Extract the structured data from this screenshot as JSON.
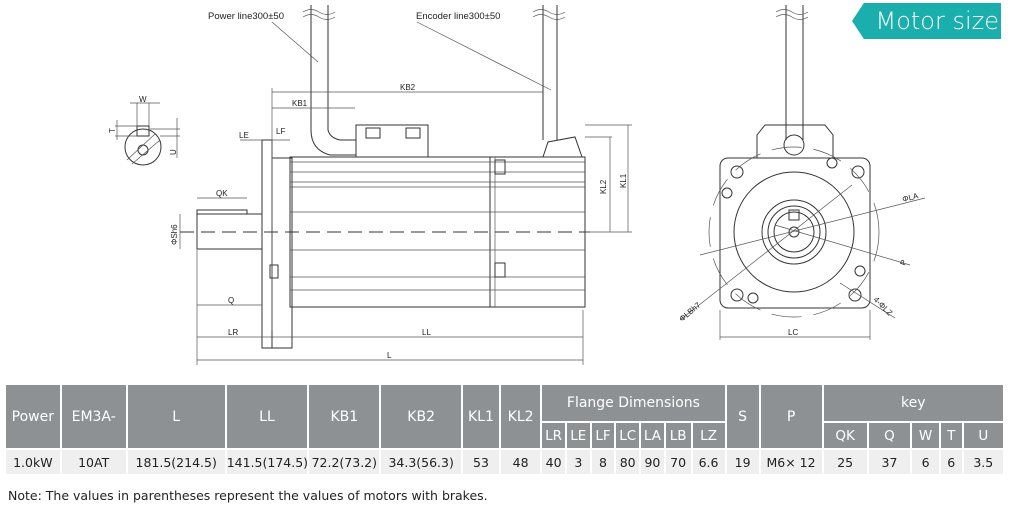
{
  "badge": {
    "title": "Motor size",
    "color": "#1aafad"
  },
  "drawing": {
    "power_line": "Power line300±50",
    "encoder_line": "Encoder line300±50",
    "labels": {
      "KB1": "KB1",
      "KB2": "KB2",
      "LE": "LE",
      "LF": "LF",
      "QK": "QK",
      "Sh6": "ΦSh6",
      "Q": "Q",
      "LR": "LR",
      "LL": "LL",
      "L": "L",
      "KL1": "KL1",
      "KL2": "KL2",
      "W": "W",
      "T": "T",
      "U": "U",
      "LA": "ΦLA",
      "P": "P",
      "LBh7": "ΦLBh7",
      "LZ": "4-ΦLZ",
      "LC": "LC"
    }
  },
  "table": {
    "header": {
      "power": "Power",
      "model": "EM3A-",
      "L": "L",
      "LL": "LL",
      "KB1": "KB1",
      "KB2": "KB2",
      "KL1": "KL1",
      "KL2": "KL2",
      "flange": "Flange Dimensions",
      "S": "S",
      "P": "P",
      "key": "key",
      "flange_cols": [
        "LR",
        "LE",
        "LF",
        "LC",
        "LA",
        "LB",
        "LZ"
      ],
      "key_cols": [
        "QK",
        "Q",
        "W",
        "T",
        "U"
      ]
    },
    "rows": [
      {
        "power": "1.0kW",
        "model": "10AT",
        "L": "181.5(214.5)",
        "LL": "141.5(174.5)",
        "KB1": "72.2(73.2)",
        "KB2": "34.3(56.3)",
        "KL1": "53",
        "KL2": "48",
        "flange": [
          "40",
          "3",
          "8",
          "80",
          "90",
          "70",
          "6.6"
        ],
        "S": "19",
        "P": "M6× 12",
        "key": [
          "25",
          "37",
          "6",
          "6",
          "3.5"
        ]
      }
    ],
    "header_color": "#8e9194",
    "cell_color": "#efefef"
  },
  "note": "Note: The values in parentheses represent the values of motors with brakes."
}
